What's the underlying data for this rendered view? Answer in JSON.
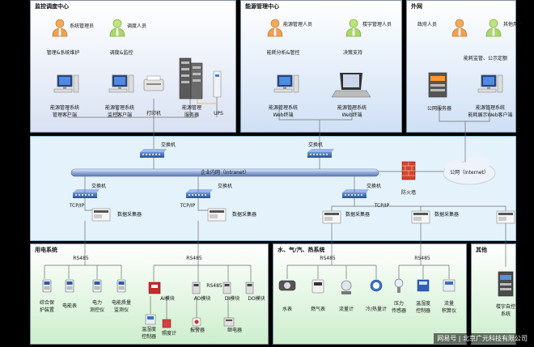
{
  "panels": {
    "dispatch": "监控调度中心",
    "energy": "能源管理中心",
    "external": "外网",
    "power": "用电系统",
    "water": "水、气/汽、热系统",
    "other": "其他"
  },
  "dispatch": {
    "sys_admin": "系统管理员",
    "dispatcher": "调度人员",
    "role_admin": "管理&系统维护",
    "role_dispatch": "调度&监控",
    "client1_l1": "能源管理系统",
    "client1_l2": "管理客户端",
    "client2_l1": "能源管理系统",
    "client2_l2": "监控客户端",
    "printer": "打印机",
    "server_l1": "能源管理",
    "server_l2": "服务器",
    "ups": "UPS"
  },
  "energy": {
    "manager": "能源管理人员",
    "building_mgr": "楼宇管理人员",
    "task1": "能耗分析&管控",
    "task2": "决策支持",
    "web1_l1": "能源管理系统",
    "web1_l2": "Web终端",
    "web2_l1": "能源管理系统",
    "web2_l2": "Web终端"
  },
  "external": {
    "gov": "政府人员",
    "other_user": "其他用户",
    "task": "能耗监管、公示定额",
    "public_server": "公网服务器",
    "client_l1": "能源管理系统",
    "client_l2": "能耗展示Web客户端"
  },
  "network": {
    "switch": "交换机",
    "intranet": "企业内网（Intranet）",
    "internet": "公网（Internet）",
    "firewall": "防火墙",
    "tcpip": "TCP/IP",
    "collector": "数据采集器"
  },
  "power": {
    "rs485": "RS485",
    "dev1_l1": "综合保",
    "dev1_l2": "护装置",
    "dev2": "电能表",
    "dev3_l1": "电力",
    "dev3_l2": "测控仪",
    "dev4_l1": "电能质量",
    "dev4_l2": "监测仪",
    "ai": "AI模块",
    "ao": "AO模块",
    "di": "DI模块",
    "do": "DO模块",
    "temp_l1": "温湿度",
    "temp_l2": "控制器",
    "lux": "照度计",
    "alarm": "报警器",
    "breaker": "继电器"
  },
  "water": {
    "rs485": "RS485",
    "meter_water": "水表",
    "meter_gas": "燃气表",
    "meter_flow": "流量计",
    "meter_heat": "冷/热量计",
    "press_l1": "压力",
    "press_l2": "传感器",
    "temp_l1": "温湿度",
    "temp_l2": "控制器",
    "flowacc_l1": "流量",
    "flowacc_l2": "积算仪"
  },
  "other": {
    "bas_l1": "楼宇自控",
    "bas_l2": "系统"
  },
  "watermark": "网易号 | 北京广元科技有限公司"
}
